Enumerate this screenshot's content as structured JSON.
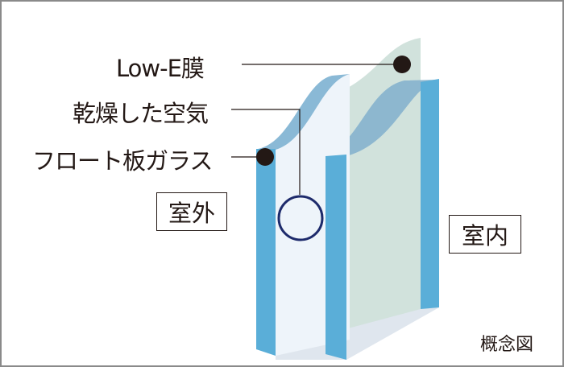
{
  "labels": {
    "low_e": "Low-E膜",
    "dry_air": "乾燥した空気",
    "float_glass": "フロート板ガラス",
    "outdoor": "室外",
    "indoor": "室内",
    "concept": "概念図"
  },
  "colors": {
    "edge_blue": "#5aaed8",
    "inner_pane": "#cfe0da",
    "outer_pane": "#eef4fa",
    "circle": "#1d2a6b",
    "ink": "#231815"
  }
}
